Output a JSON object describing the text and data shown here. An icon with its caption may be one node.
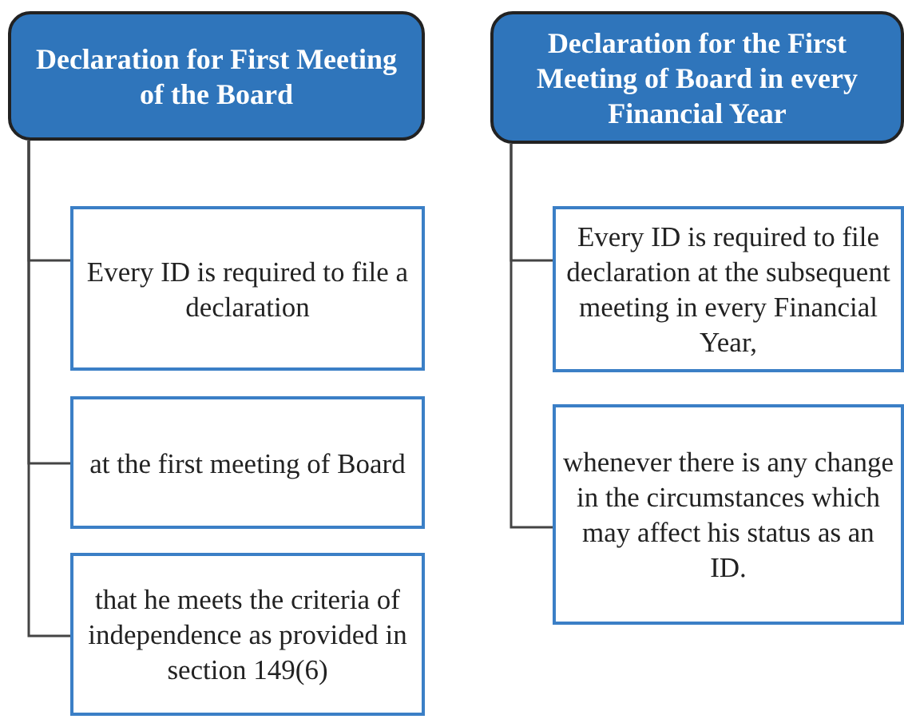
{
  "diagram": {
    "nodes": [
      {
        "text": [
          "Declaration for First Meeting of the Board"
        ]
      },
      {
        "text": [
          "Every ID is required to file a declaration"
        ]
      },
      {
        "text": [
          "at the first meeting of Board"
        ]
      },
      {
        "text": [
          "that he meets the criteria of independence as provided in section 149(6)"
        ]
      },
      {
        "text": [
          "Declaration for the First Meeting of Board in every Financial Year"
        ]
      },
      {
        "text": [
          "Every ID is required to file declaration at the subsequent meeting in every Financial Year,"
        ]
      },
      {
        "text": [
          "whenever there is any change in the circumstances which may affect his status as an ID."
        ]
      }
    ],
    "edges": [
      {
        "from": 0,
        "to": 1,
        "arrow": "none"
      },
      {
        "from": 0,
        "to": 2,
        "arrow": "none"
      },
      {
        "from": 0,
        "to": 3,
        "arrow": "none"
      },
      {
        "from": 4,
        "to": 5,
        "arrow": "none"
      },
      {
        "from": 4,
        "to": 6,
        "arrow": "none"
      }
    ]
  }
}
